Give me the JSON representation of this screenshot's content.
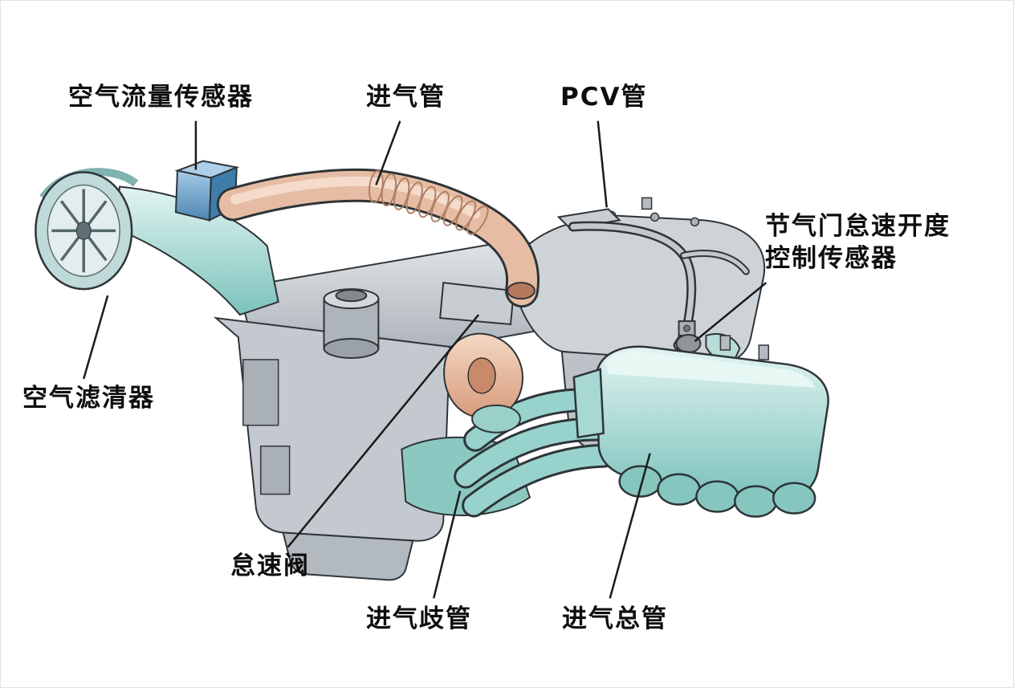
{
  "labels": {
    "air_flow_sensor": "空气流量传感器",
    "intake_pipe": "进气管",
    "pcv_pipe": "PCV管",
    "throttle_idle_sensor": "节气门怠速开度\n控制传感器",
    "air_cleaner": "空气滤清器",
    "idle_valve": "怠速阀",
    "intake_runner": "进气歧管",
    "intake_plenum": "进气总管"
  },
  "colors": {
    "label_text": "#0e0e0e",
    "leader_line": "#1a1a1a",
    "engine_gray": "#c3c9ce",
    "manifold_teal": "#8fccc6",
    "hose_salmon": "#e6bda4",
    "sensor_blue": "#5e9ac6"
  }
}
